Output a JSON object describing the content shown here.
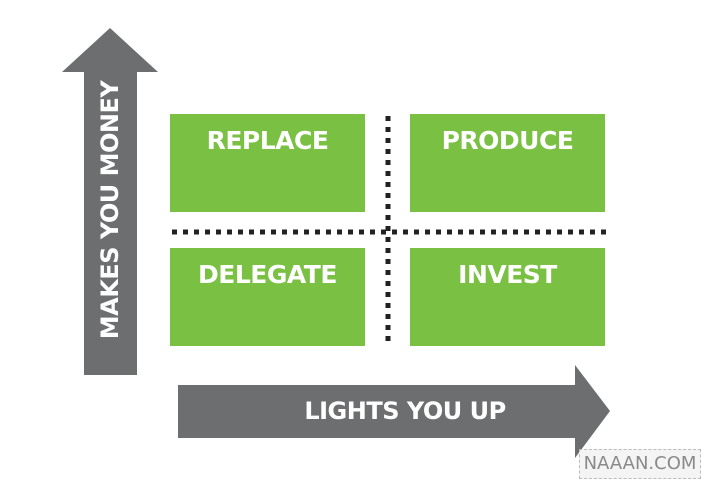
{
  "quadrants": [
    "REPLACE",
    "PRODUCE",
    "DELEGATE",
    "INVEST"
  ],
  "axes": {
    "y_label": "MAKES YOU MONEY",
    "x_label": "LIGHTS YOU UP"
  },
  "watermark": "NAAAN.COM",
  "colors": {
    "box": "#7ac143",
    "arrow": "#6d6e70",
    "divider": "#222222"
  }
}
